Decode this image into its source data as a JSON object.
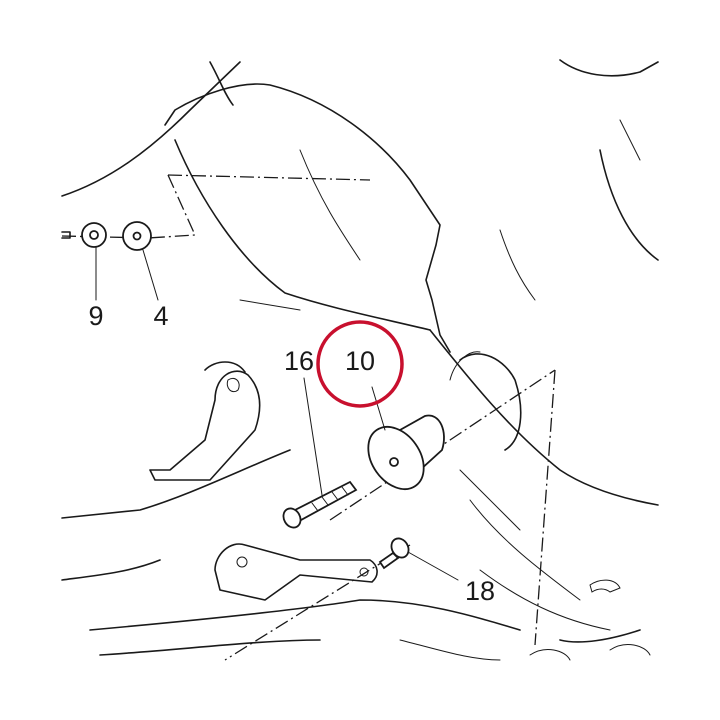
{
  "diagram": {
    "callouts": [
      {
        "id": "9",
        "label": "9"
      },
      {
        "id": "4",
        "label": "4"
      },
      {
        "id": "16",
        "label": "16"
      },
      {
        "id": "10",
        "label": "10"
      },
      {
        "id": "18",
        "label": "18"
      }
    ],
    "highlight": {
      "target": "10",
      "color": "#c8102e"
    }
  }
}
